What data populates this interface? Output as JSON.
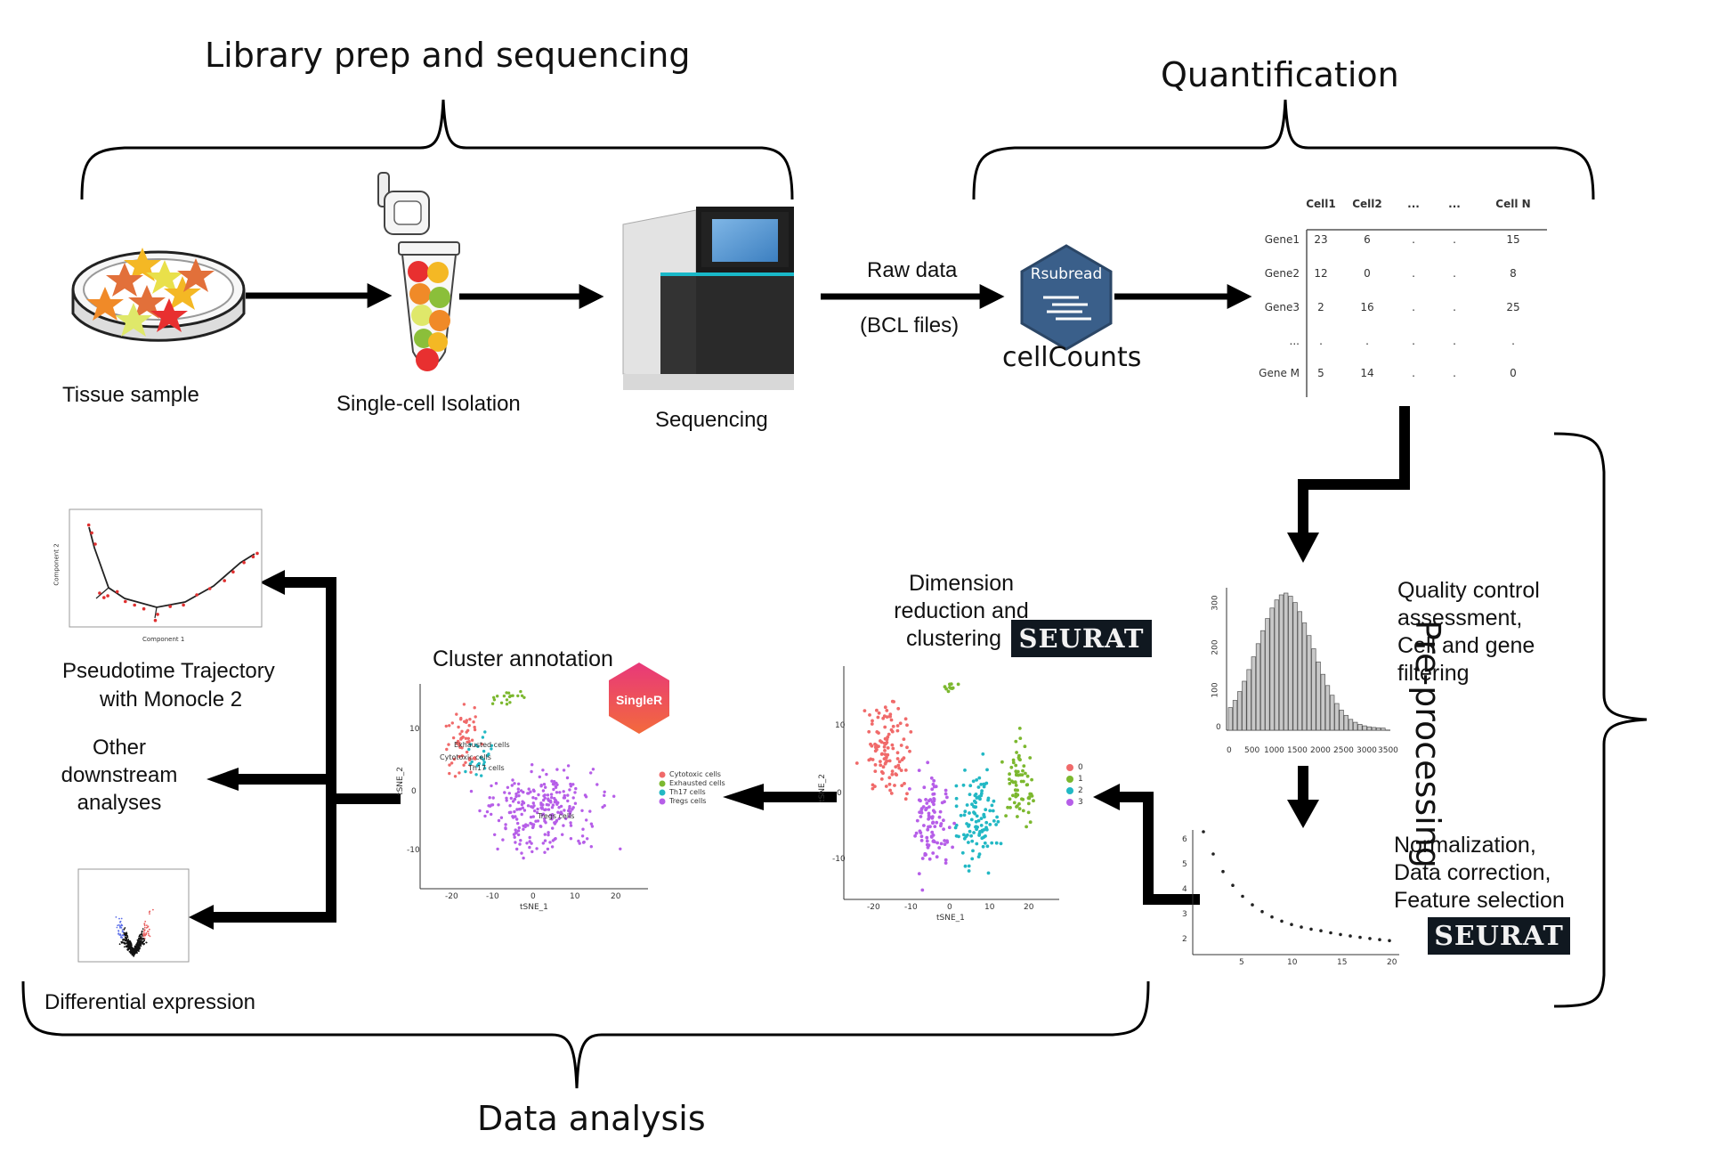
{
  "titles": {
    "library": "Library prep and sequencing",
    "quantification": "Quantification",
    "preprocessing": "Pre-processing",
    "analysis": "Data analysis"
  },
  "steps": {
    "tissue": "Tissue sample",
    "isolation": "Single-cell Isolation",
    "sequencing": "Sequencing",
    "raw_data": "Raw data",
    "bcl": "(BCL files)",
    "cellcounts": "cellCounts",
    "rsubread": "Rsubread",
    "qc_1": "Quality control",
    "qc_2": "assessment,",
    "qc_3": "Cell and gene",
    "qc_4": "filtering",
    "norm_1": "Normalization,",
    "norm_2": "Data correction,",
    "norm_3": "Feature selection",
    "dim_1": "Dimension",
    "dim_2": "reduction and",
    "dim_3": "clustering",
    "cluster_annotation": "Cluster annotation",
    "singler": "SingleR",
    "pseudotime_1": "Pseudotime Trajectory",
    "pseudotime_2": "with Monocle 2",
    "other_1": "Other",
    "other_2": "downstream",
    "other_3": "analyses",
    "diffexp": "Differential expression",
    "seurat": "SEURAT"
  },
  "count_matrix": {
    "columns": [
      "Cell1",
      "Cell2",
      "...",
      "...",
      "Cell N"
    ],
    "rows": [
      {
        "gene": "Gene1",
        "values": [
          "23",
          "6",
          ".",
          ".",
          "15"
        ]
      },
      {
        "gene": "Gene2",
        "values": [
          "12",
          "0",
          ".",
          ".",
          "8"
        ]
      },
      {
        "gene": "Gene3",
        "values": [
          "2",
          "16",
          ".",
          ".",
          "25"
        ]
      },
      {
        "gene": "...",
        "values": [
          ".",
          ".",
          ".",
          ".",
          "."
        ]
      },
      {
        "gene": "Gene M",
        "values": [
          "5",
          "14",
          ".",
          ".",
          "0"
        ]
      }
    ]
  },
  "cluster_labels": {
    "cytotoxic": "Cytotoxic cells",
    "exhausted": "Exhausted cells",
    "th17": "Th17 cells",
    "tregs": "Tregs cells"
  },
  "axes": {
    "tsne1": "tSNE_1",
    "tsne2": "tSNE_2",
    "component1": "Component 1",
    "component2": "Component 2"
  },
  "cluster_ids": [
    "0",
    "1",
    "2",
    "3"
  ],
  "colors": {
    "cluster_red": "#f06a6a",
    "cluster_green": "#7cb82f",
    "cluster_cyan": "#22b8c4",
    "cluster_purple": "#b65ee8",
    "rsubread_hex": "#3a5f8a",
    "singler_top": "#e8387a",
    "singler_bottom": "#f36a3c",
    "seurat_bg": "#101820"
  },
  "histogram": {
    "x_ticks": [
      "0",
      "500",
      "1000",
      "1500",
      "2000",
      "2500",
      "3000",
      "3500"
    ],
    "y_ticks": [
      "0",
      "100",
      "200",
      "300"
    ]
  },
  "elbow": {
    "x_ticks": [
      "5",
      "10",
      "15",
      "20"
    ],
    "y_ticks": [
      "2",
      "3",
      "4",
      "5",
      "6"
    ]
  },
  "tsne_ticks": {
    "x": [
      "-20",
      "-10",
      "0",
      "10",
      "20"
    ],
    "y": [
      "10",
      "0",
      "-10"
    ]
  }
}
